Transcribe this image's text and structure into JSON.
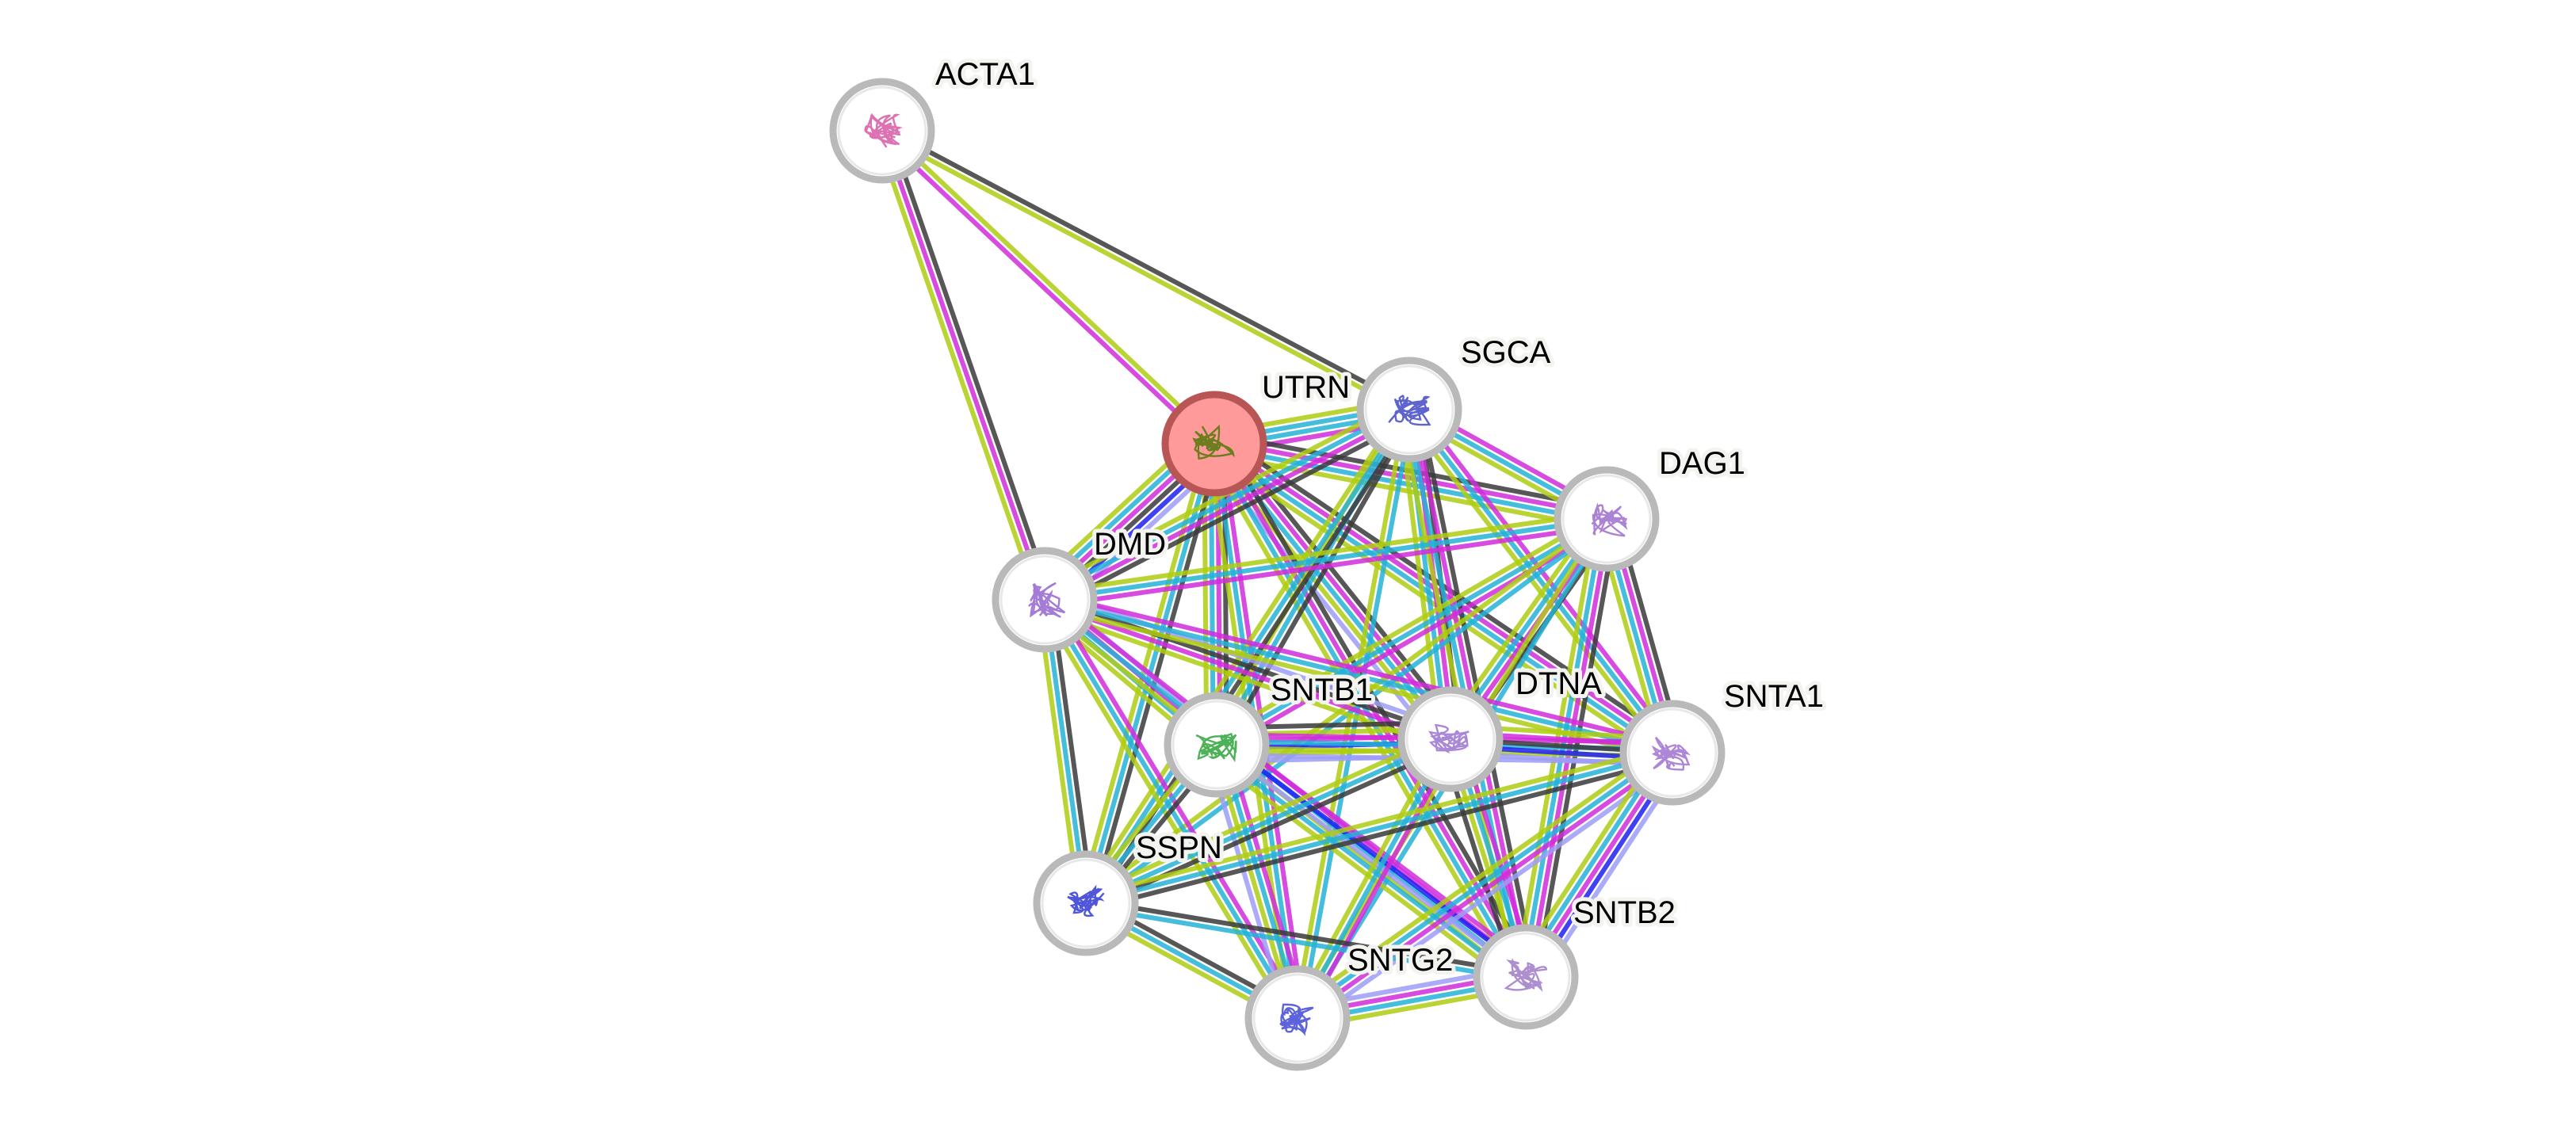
{
  "network": {
    "query_protein": "UTRN",
    "channel_colors": {
      "coexpression": "#3a3a3a",
      "experiments": "#d12bdb",
      "databases": "#24b2d6",
      "textmining": "#afcc12",
      "gene_fusion": "#1f1ff2",
      "homology": "#9c9cf7"
    },
    "node_style": {
      "ring_color": "#b9b9b9",
      "query_fill": "#ff9a9a",
      "query_ring": "#b85656"
    },
    "nodes": [
      {
        "id": "ACTA1",
        "label": "ACTA1",
        "structure_color": "#d863a8",
        "query": false
      },
      {
        "id": "UTRN",
        "label": "UTRN",
        "structure_color": "#5c7a10",
        "query": true
      },
      {
        "id": "SGCA",
        "label": "SGCA",
        "structure_color": "#4d52c9",
        "query": false
      },
      {
        "id": "DAG1",
        "label": "DAG1",
        "structure_color": "#a274cf",
        "query": false
      },
      {
        "id": "DMD",
        "label": "DMD",
        "structure_color": "#9a6ed2",
        "query": false
      },
      {
        "id": "SNTB1",
        "label": "SNTB1",
        "structure_color": "#3aa845",
        "query": false
      },
      {
        "id": "DTNA",
        "label": "DTNA",
        "structure_color": "#a07bd0",
        "query": false
      },
      {
        "id": "SNTA1",
        "label": "SNTA1",
        "structure_color": "#a47ad0",
        "query": false
      },
      {
        "id": "SSPN",
        "label": "SSPN",
        "structure_color": "#3d44d6",
        "query": false
      },
      {
        "id": "SNTG2",
        "label": "SNTG2",
        "structure_color": "#4a52d8",
        "query": false
      },
      {
        "id": "SNTB2",
        "label": "SNTB2",
        "structure_color": "#a482c9",
        "query": false
      }
    ],
    "edges": [
      {
        "a": "ACTA1",
        "b": "DMD",
        "channels": [
          "coexpression",
          "experiments",
          "textmining"
        ]
      },
      {
        "a": "ACTA1",
        "b": "UTRN",
        "channels": [
          "textmining",
          "experiments"
        ]
      },
      {
        "a": "ACTA1",
        "b": "SGCA",
        "channels": [
          "coexpression",
          "textmining"
        ]
      },
      {
        "a": "UTRN",
        "b": "SGCA",
        "channels": [
          "textmining",
          "databases",
          "databases",
          "experiments"
        ]
      },
      {
        "a": "UTRN",
        "b": "DAG1",
        "channels": [
          "coexpression",
          "experiments",
          "databases",
          "textmining"
        ]
      },
      {
        "a": "UTRN",
        "b": "DMD",
        "channels": [
          "homology",
          "gene_fusion",
          "coexpression",
          "experiments",
          "databases",
          "textmining"
        ]
      },
      {
        "a": "UTRN",
        "b": "SNTB1",
        "channels": [
          "coexpression",
          "experiments",
          "databases",
          "textmining"
        ]
      },
      {
        "a": "UTRN",
        "b": "DTNA",
        "channels": [
          "coexpression",
          "experiments",
          "databases",
          "textmining",
          "homology"
        ]
      },
      {
        "a": "UTRN",
        "b": "SNTA1",
        "channels": [
          "coexpression",
          "experiments",
          "databases",
          "textmining"
        ]
      },
      {
        "a": "UTRN",
        "b": "SSPN",
        "channels": [
          "coexpression",
          "databases",
          "textmining"
        ]
      },
      {
        "a": "UTRN",
        "b": "SNTG2",
        "channels": [
          "experiments",
          "databases",
          "textmining"
        ]
      },
      {
        "a": "UTRN",
        "b": "SNTB2",
        "channels": [
          "coexpression",
          "experiments",
          "databases",
          "textmining"
        ]
      },
      {
        "a": "SGCA",
        "b": "DAG1",
        "channels": [
          "experiments",
          "databases",
          "textmining"
        ]
      },
      {
        "a": "SGCA",
        "b": "DMD",
        "channels": [
          "coexpression",
          "experiments",
          "databases",
          "textmining"
        ]
      },
      {
        "a": "SGCA",
        "b": "SNTB1",
        "channels": [
          "coexpression",
          "databases",
          "textmining"
        ]
      },
      {
        "a": "SGCA",
        "b": "DTNA",
        "channels": [
          "coexpression",
          "experiments",
          "databases",
          "textmining"
        ]
      },
      {
        "a": "SGCA",
        "b": "SNTA1",
        "channels": [
          "experiments",
          "databases",
          "textmining"
        ]
      },
      {
        "a": "SGCA",
        "b": "SSPN",
        "channels": [
          "coexpression",
          "databases",
          "textmining"
        ]
      },
      {
        "a": "SGCA",
        "b": "SNTG2",
        "channels": [
          "databases",
          "textmining"
        ]
      },
      {
        "a": "SGCA",
        "b": "SNTB2",
        "channels": [
          "coexpression",
          "experiments",
          "databases",
          "textmining"
        ]
      },
      {
        "a": "DAG1",
        "b": "DMD",
        "channels": [
          "experiments",
          "databases",
          "textmining"
        ]
      },
      {
        "a": "DAG1",
        "b": "SNTB1",
        "channels": [
          "experiments",
          "databases",
          "textmining"
        ]
      },
      {
        "a": "DAG1",
        "b": "DTNA",
        "channels": [
          "coexpression",
          "experiments",
          "databases",
          "textmining"
        ]
      },
      {
        "a": "DAG1",
        "b": "SNTA1",
        "channels": [
          "coexpression",
          "experiments",
          "databases",
          "textmining"
        ]
      },
      {
        "a": "DAG1",
        "b": "SSPN",
        "channels": [
          "databases",
          "textmining"
        ]
      },
      {
        "a": "DAG1",
        "b": "SNTG2",
        "channels": [
          "databases",
          "textmining"
        ]
      },
      {
        "a": "DAG1",
        "b": "SNTB2",
        "channels": [
          "coexpression",
          "experiments",
          "databases",
          "textmining"
        ]
      },
      {
        "a": "DMD",
        "b": "SNTB1",
        "channels": [
          "homology",
          "experiments",
          "databases",
          "textmining"
        ]
      },
      {
        "a": "DMD",
        "b": "DTNA",
        "channels": [
          "homology",
          "coexpression",
          "experiments",
          "textmining"
        ]
      },
      {
        "a": "DMD",
        "b": "SNTA1",
        "channels": [
          "experiments",
          "databases",
          "textmining"
        ]
      },
      {
        "a": "DMD",
        "b": "SSPN",
        "channels": [
          "coexpression",
          "databases",
          "textmining"
        ]
      },
      {
        "a": "DMD",
        "b": "SNTG2",
        "channels": [
          "experiments",
          "databases",
          "textmining"
        ]
      },
      {
        "a": "DMD",
        "b": "SNTB2",
        "channels": [
          "experiments",
          "databases",
          "textmining"
        ]
      },
      {
        "a": "SNTB1",
        "b": "DTNA",
        "channels": [
          "coexpression",
          "textmining",
          "experiments",
          "gene_fusion",
          "textmining",
          "homology"
        ]
      },
      {
        "a": "SNTB1",
        "b": "SNTA1",
        "channels": [
          "experiments",
          "databases",
          "textmining",
          "homology"
        ]
      },
      {
        "a": "SNTB1",
        "b": "SSPN",
        "channels": [
          "coexpression",
          "databases",
          "textmining"
        ]
      },
      {
        "a": "SNTB1",
        "b": "SNTG2",
        "channels": [
          "experiments",
          "databases",
          "textmining",
          "homology"
        ]
      },
      {
        "a": "SNTB1",
        "b": "SNTB2",
        "channels": [
          "experiments",
          "gene_fusion",
          "homology",
          "databases",
          "textmining"
        ]
      },
      {
        "a": "DTNA",
        "b": "SNTA1",
        "channels": [
          "textmining",
          "experiments",
          "coexpression",
          "gene_fusion",
          "homology"
        ]
      },
      {
        "a": "DTNA",
        "b": "SSPN",
        "channels": [
          "coexpression",
          "databases",
          "textmining"
        ]
      },
      {
        "a": "DTNA",
        "b": "SNTG2",
        "channels": [
          "experiments",
          "databases",
          "textmining"
        ]
      },
      {
        "a": "DTNA",
        "b": "SNTB2",
        "channels": [
          "experiments",
          "databases",
          "textmining",
          "coexpression"
        ]
      },
      {
        "a": "SNTA1",
        "b": "SSPN",
        "channels": [
          "coexpression",
          "databases",
          "textmining"
        ]
      },
      {
        "a": "SNTA1",
        "b": "SNTG2",
        "channels": [
          "homology",
          "experiments",
          "databases",
          "textmining"
        ]
      },
      {
        "a": "SNTA1",
        "b": "SNTB2",
        "channels": [
          "homology",
          "gene_fusion",
          "experiments",
          "databases",
          "textmining"
        ]
      },
      {
        "a": "SSPN",
        "b": "SNTG2",
        "channels": [
          "coexpression",
          "databases",
          "textmining"
        ]
      },
      {
        "a": "SSPN",
        "b": "SNTB2",
        "channels": [
          "coexpression",
          "databases"
        ]
      },
      {
        "a": "SNTG2",
        "b": "SNTB2",
        "channels": [
          "homology",
          "experiments",
          "databases",
          "textmining"
        ]
      }
    ]
  }
}
